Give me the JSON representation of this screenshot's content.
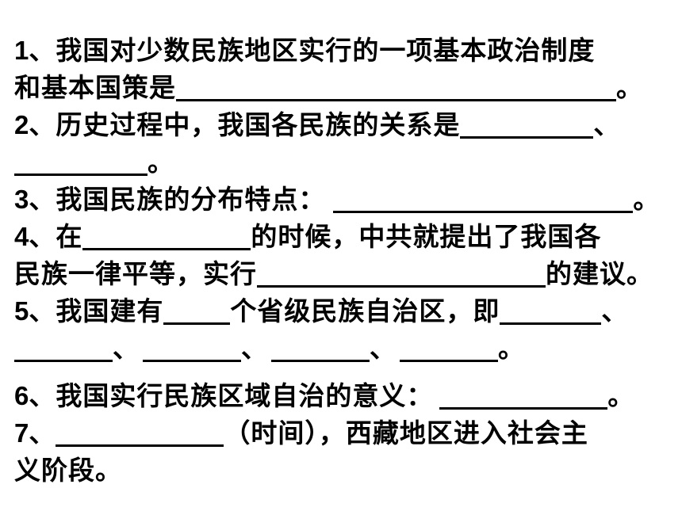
{
  "q1": {
    "num": "1",
    "line1": "、我国对少数民族地区实行的一项基本政治制度",
    "line2": "和基本国策是",
    "end": "。"
  },
  "q2": {
    "num": "2",
    "text": "、历史过程中，我国各民族的关系是",
    "sep": "、",
    "end": "。"
  },
  "q3": {
    "num": "3",
    "text": "、我国民族的分布特点：",
    "end": "。"
  },
  "q4": {
    "num": "4",
    "pre": "、在",
    "mid": "的时候，中共就提出了我国各",
    "line2": "民族一律平等，实行",
    "end": "的建议。"
  },
  "q5": {
    "num": "5",
    "pre": "、我国建有",
    "mid": "个省级民族自治区，即",
    "sep": "、",
    "end": "。"
  },
  "q6": {
    "num": "6",
    "text": "、我国实行民族区域自治的意义：",
    "end": "。"
  },
  "q7": {
    "num": "7",
    "pre": "、",
    "mid": "（时间），西藏地区进入社会主",
    "line2": "义阶段。"
  }
}
